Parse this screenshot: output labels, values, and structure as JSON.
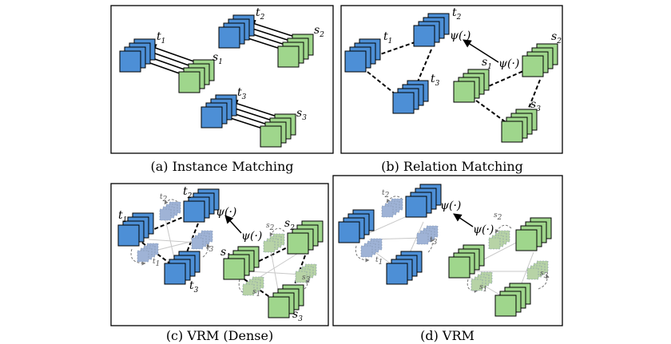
{
  "panels": [
    {
      "id": "a",
      "caption": "(a) Instance Matching"
    },
    {
      "id": "b",
      "caption": "(b) Relation Matching"
    },
    {
      "id": "c",
      "caption": "(c) VRM (Dense)"
    },
    {
      "id": "d",
      "caption": "(d) VRM"
    }
  ],
  "labels": {
    "t": "t",
    "s": "s",
    "one": "1",
    "two": "2",
    "three": "3",
    "psi": "ψ(·)"
  },
  "colors": {
    "teacher": "#4d8fd6",
    "student": "#9fd68c",
    "teacher_ghost": "#9fb3d6",
    "student_ghost": "#b7d3a6",
    "stroke": "#000000"
  }
}
